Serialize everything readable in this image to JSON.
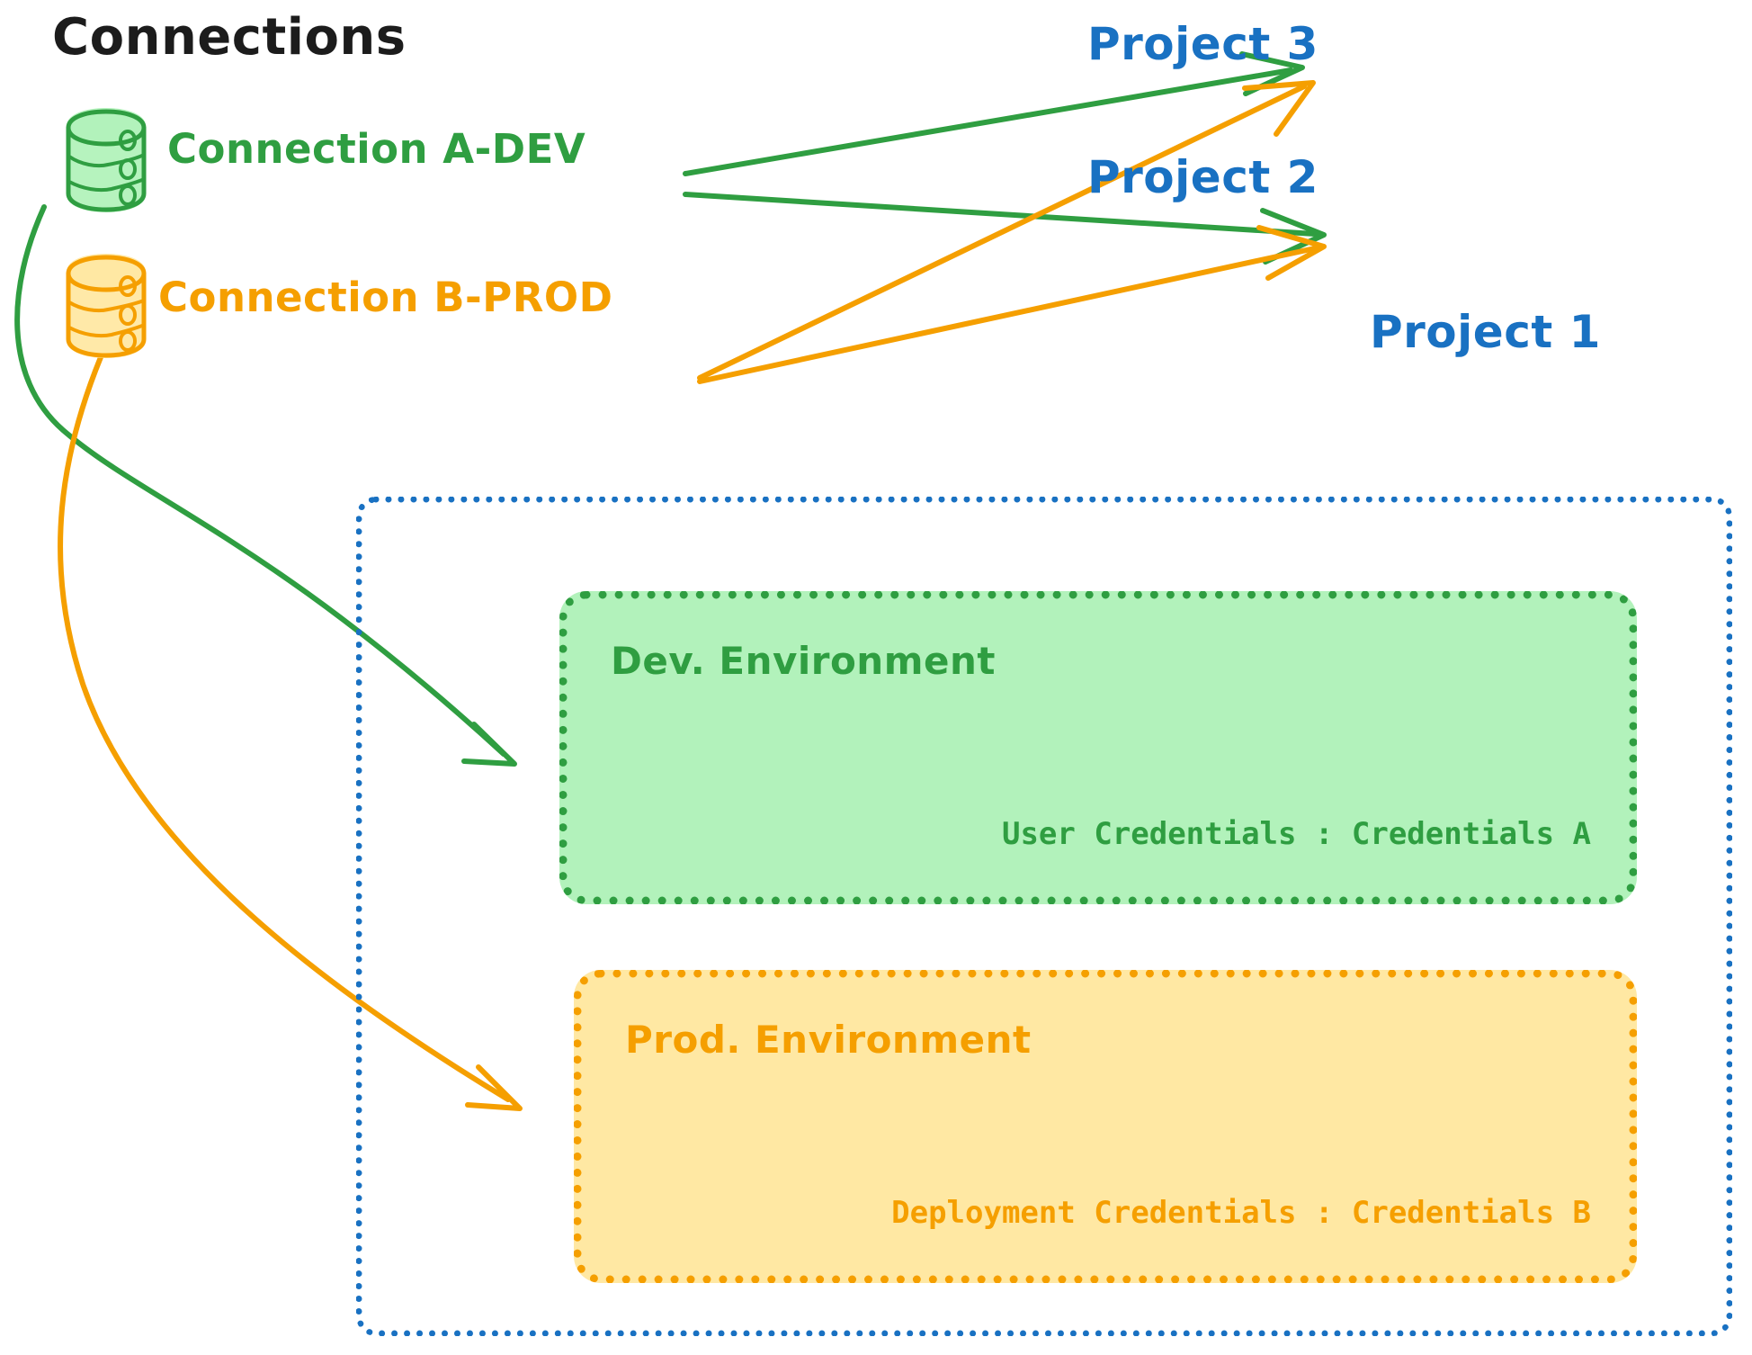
{
  "diagram": {
    "title": "Connections",
    "background_color": "#ffffff"
  },
  "colors": {
    "green_stroke": "#2f9e41",
    "green_fill": "#b2f2bb",
    "orange_stroke": "#f59f00",
    "orange_fill": "#ffe8a3",
    "blue_stroke": "#1971c2",
    "title_color": "#1c1c1c"
  },
  "connections": [
    {
      "id": "a-dev",
      "label": "Connection A-DEV",
      "color": "#2f9e41",
      "icon": "database-icon"
    },
    {
      "id": "b-prod",
      "label": "Connection B-PROD",
      "color": "#f59f00",
      "icon": "database-icon"
    }
  ],
  "projects": [
    {
      "id": "project-3",
      "label": "Project 3",
      "color": "#1971c2"
    },
    {
      "id": "project-2",
      "label": "Project 2",
      "color": "#1971c2"
    },
    {
      "id": "project-1",
      "label": "Project 1",
      "color": "#1971c2"
    }
  ],
  "project1": {
    "label": "Project 1",
    "border_color": "#1971c2",
    "environments": [
      {
        "id": "dev-environment",
        "title": "Dev. Environment",
        "credentials": "User Credentials : Credentials A",
        "fill": "#b2f2bb",
        "border": "#2f9e41"
      },
      {
        "id": "prod-environment",
        "title": "Prod. Environment",
        "credentials": "Deployment Credentials : Credentials B",
        "fill": "#ffe8a3",
        "border": "#f59f00"
      }
    ]
  },
  "edges": [
    {
      "from": "a-dev",
      "to": "project-3",
      "color": "#2f9e41"
    },
    {
      "from": "a-dev",
      "to": "project-2",
      "color": "#2f9e41"
    },
    {
      "from": "a-dev",
      "to": "dev-environment",
      "color": "#2f9e41"
    },
    {
      "from": "b-prod",
      "to": "project-3",
      "color": "#f59f00"
    },
    {
      "from": "b-prod",
      "to": "project-2",
      "color": "#f59f00"
    },
    {
      "from": "b-prod",
      "to": "prod-environment",
      "color": "#f59f00"
    }
  ]
}
